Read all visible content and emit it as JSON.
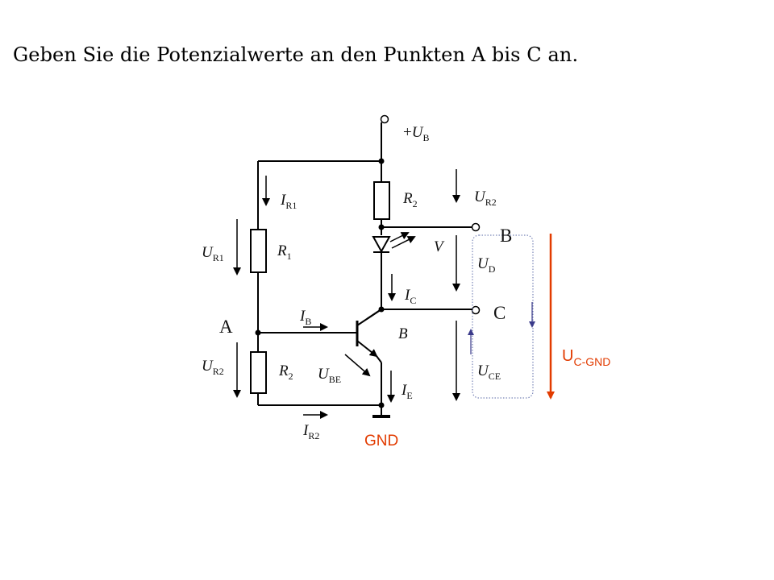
{
  "heading": "Geben Sie die Potenzialwerte an den Punkten A bis C an.",
  "labels": {
    "ub": {
      "prefix": "+",
      "main": "U",
      "sub": "B"
    },
    "ir1": {
      "main": "I",
      "sub": "R1"
    },
    "ur1": {
      "main": "U",
      "sub": "R1"
    },
    "r1": {
      "main": "R",
      "sub": "1"
    },
    "r2_top": {
      "main": "R",
      "sub": "2"
    },
    "ur2_top": {
      "main": "U",
      "sub": "R2"
    },
    "point_b": "B",
    "v": "V",
    "ud": {
      "main": "U",
      "sub": "D"
    },
    "ic": {
      "main": "I",
      "sub": "C"
    },
    "point_c": "C",
    "ib": {
      "main": "I",
      "sub": "B"
    },
    "point_a": "A",
    "base_b": "B",
    "ube": {
      "main": "U",
      "sub": "BE"
    },
    "uce": {
      "main": "U",
      "sub": "CE"
    },
    "ur2_bottom": {
      "main": "U",
      "sub": "R2"
    },
    "r2_bottom": {
      "main": "R",
      "sub": "2"
    },
    "ie": {
      "main": "I",
      "sub": "E"
    },
    "ir2": {
      "main": "I",
      "sub": "R2"
    },
    "gnd": "GND",
    "uc_gnd": {
      "main": "U",
      "sub": "C-GND"
    }
  },
  "colors": {
    "annotation": "#e23b00",
    "measure_arrows": "#3a3a8a",
    "box_border": "#7a86b8"
  }
}
